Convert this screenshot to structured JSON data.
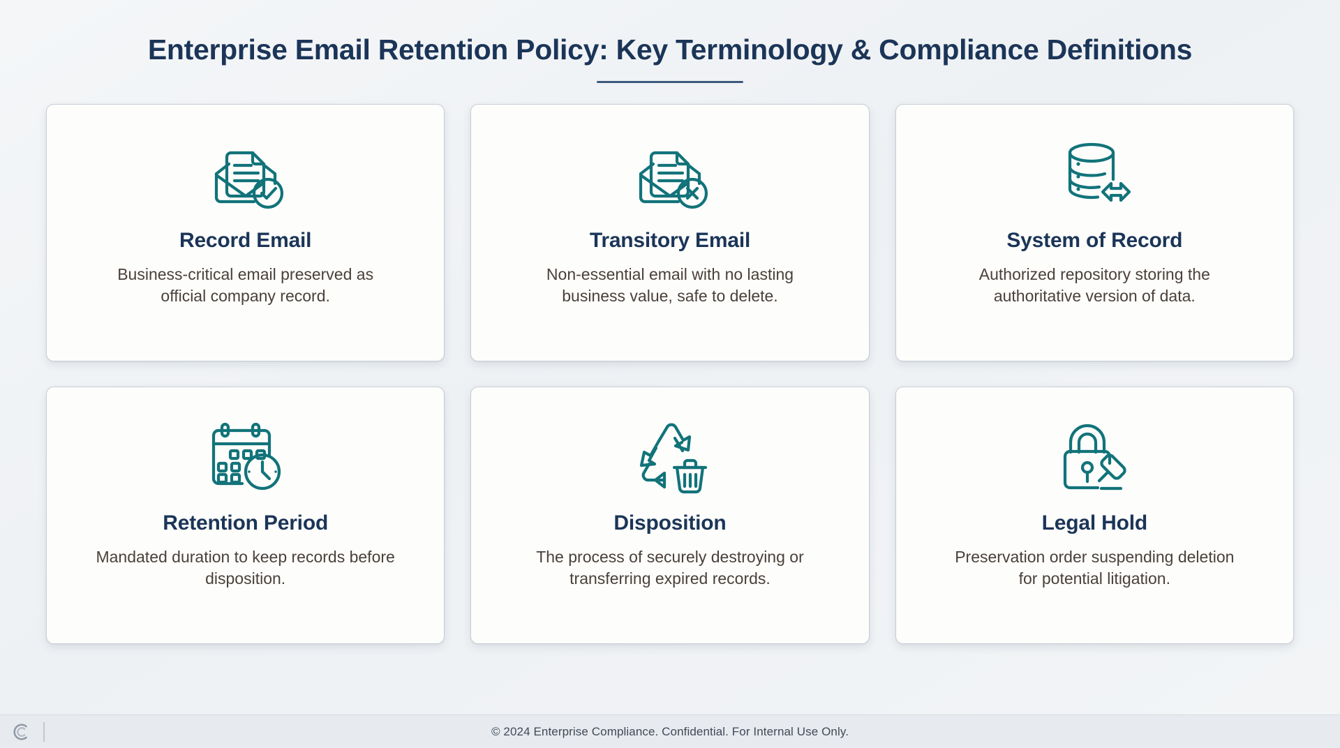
{
  "header": {
    "title": "Enterprise Email Retention Policy: Key Terminology & Compliance Definitions",
    "rule_color": "#3c5a7d"
  },
  "theme": {
    "title_color": "#1b3558",
    "icon_color": "#12737a",
    "body_text_color": "#4a403a",
    "card_background": "#fdfdfb",
    "card_border": "#c6cdd6",
    "page_background": "#f1f4f6",
    "footer_background": "#e7eaee"
  },
  "cards": [
    {
      "icon": "email-record-check-icon",
      "title": "Record Email",
      "description": "Business-critical email preserved as official company record."
    },
    {
      "icon": "email-transitory-x-icon",
      "title": "Transitory Email",
      "description": "Non-essential email with no lasting business value, safe to delete."
    },
    {
      "icon": "database-exchange-icon",
      "title": "System of Record",
      "description": "Authorized repository storing the authoritative version of data."
    },
    {
      "icon": "calendar-clock-icon",
      "title": "Retention Period",
      "description": "Mandated duration to keep records before disposition."
    },
    {
      "icon": "recycle-trash-icon",
      "title": "Disposition",
      "description": "The process of securely destroying or transferring expired records."
    },
    {
      "icon": "lock-gavel-icon",
      "title": "Legal Hold",
      "description": "Preservation order suspending deletion for potential litigation."
    }
  ],
  "footer": {
    "brand_icon": "copyright-c-logo",
    "text": "© 2024 Enterprise Compliance. Confidential. For Internal Use Only."
  }
}
